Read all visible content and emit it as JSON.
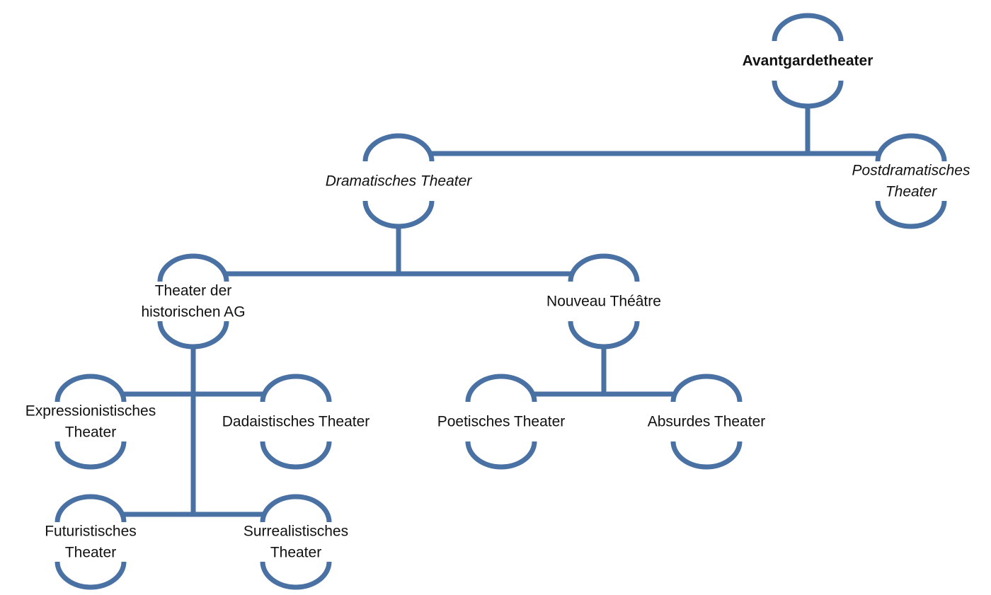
{
  "diagram": {
    "nodes": [
      {
        "id": "avantgarde",
        "lines": [
          "Avantgardetheater"
        ],
        "style": "bold"
      },
      {
        "id": "dramatisch",
        "lines": [
          "Dramatisches Theater"
        ],
        "style": "italic"
      },
      {
        "id": "postdramatisch",
        "lines": [
          "Postdramatisches",
          "Theater"
        ],
        "style": "italic"
      },
      {
        "id": "historisch",
        "lines": [
          "Theater der",
          "historischen AG"
        ],
        "style": "normal"
      },
      {
        "id": "nouveau",
        "lines": [
          "Nouveau Théâtre"
        ],
        "style": "normal"
      },
      {
        "id": "expressionist",
        "lines": [
          "Expressionistisches",
          "Theater"
        ],
        "style": "normal"
      },
      {
        "id": "dada",
        "lines": [
          "Dadaistisches Theater"
        ],
        "style": "normal"
      },
      {
        "id": "futurist",
        "lines": [
          "Futuristisches",
          "Theater"
        ],
        "style": "normal"
      },
      {
        "id": "surreal",
        "lines": [
          "Surrealistisches",
          "Theater"
        ],
        "style": "normal"
      },
      {
        "id": "poetisch",
        "lines": [
          "Poetisches Theater"
        ],
        "style": "normal"
      },
      {
        "id": "absurd",
        "lines": [
          "Absurdes Theater"
        ],
        "style": "normal"
      }
    ],
    "edges": [
      {
        "from": "avantgarde",
        "to": "dramatisch"
      },
      {
        "from": "avantgarde",
        "to": "postdramatisch"
      },
      {
        "from": "dramatisch",
        "to": "historisch"
      },
      {
        "from": "dramatisch",
        "to": "nouveau"
      },
      {
        "from": "historisch",
        "to": "expressionist"
      },
      {
        "from": "historisch",
        "to": "dada"
      },
      {
        "from": "historisch",
        "to": "futurist"
      },
      {
        "from": "historisch",
        "to": "surreal"
      },
      {
        "from": "nouveau",
        "to": "poetisch"
      },
      {
        "from": "nouveau",
        "to": "absurd"
      }
    ],
    "colors": {
      "line": "#4a71a3",
      "text": "#111111"
    }
  }
}
